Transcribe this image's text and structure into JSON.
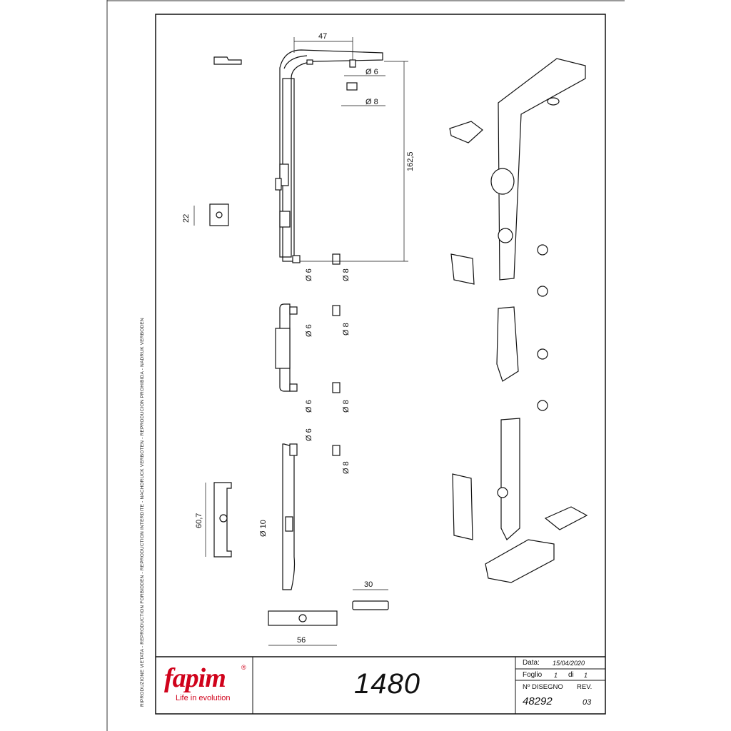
{
  "sidebar_notice": "RIPRODUZIONE VIETATA - REPRODUCTION FORBIDDEN - REPRODUCTION INTERDITE - NACHDRUCK VERBOTEN - REPRODUCION PROHIBIDA - NADRUK VERBODEN",
  "title_block": {
    "brand": "fapim",
    "brand_mark": "®",
    "tagline": "Life in evolution",
    "model": "1480",
    "date_label": "Data:",
    "date_value": "15/04/2020",
    "sheet_label": "Foglio",
    "sheet_num": "1",
    "sheet_of_label": "di",
    "sheet_total": "1",
    "drawing_label": "Nº DISEGNO",
    "rev_label": "REV.",
    "drawing_number": "48292",
    "rev_value": "03"
  },
  "dimensions": {
    "d47": "47",
    "d162": "162,5",
    "d22": "22",
    "d60": "60,7",
    "d30": "30",
    "d56": "56",
    "dia6": "Ø 6",
    "dia8": "Ø 8",
    "dia10": "Ø 10",
    "dia6b": "Ø 6",
    "dia8b": "Ø 8",
    "dia6c": "Ø 6",
    "dia8c": "Ø 8",
    "dia6d": "Ø 6",
    "dia8d": "Ø 8",
    "dia6e": "Ø 6",
    "dia8e": "Ø 8"
  },
  "colors": {
    "brand_red": "#d0021b",
    "line": "#111111"
  }
}
